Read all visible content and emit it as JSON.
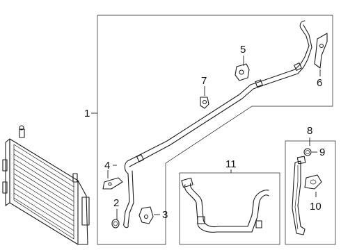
{
  "diagram": {
    "callouts": [
      {
        "id": "callout-1",
        "text": "1"
      },
      {
        "id": "callout-2",
        "text": "2"
      },
      {
        "id": "callout-3",
        "text": "3"
      },
      {
        "id": "callout-4",
        "text": "4"
      },
      {
        "id": "callout-5",
        "text": "5"
      },
      {
        "id": "callout-6",
        "text": "6"
      },
      {
        "id": "callout-7",
        "text": "7"
      },
      {
        "id": "callout-8",
        "text": "8"
      },
      {
        "id": "callout-9",
        "text": "9"
      },
      {
        "id": "callout-10",
        "text": "10"
      },
      {
        "id": "callout-11",
        "text": "11"
      }
    ],
    "colors": {
      "line": "#1a1a1a",
      "background": "#ffffff"
    }
  }
}
